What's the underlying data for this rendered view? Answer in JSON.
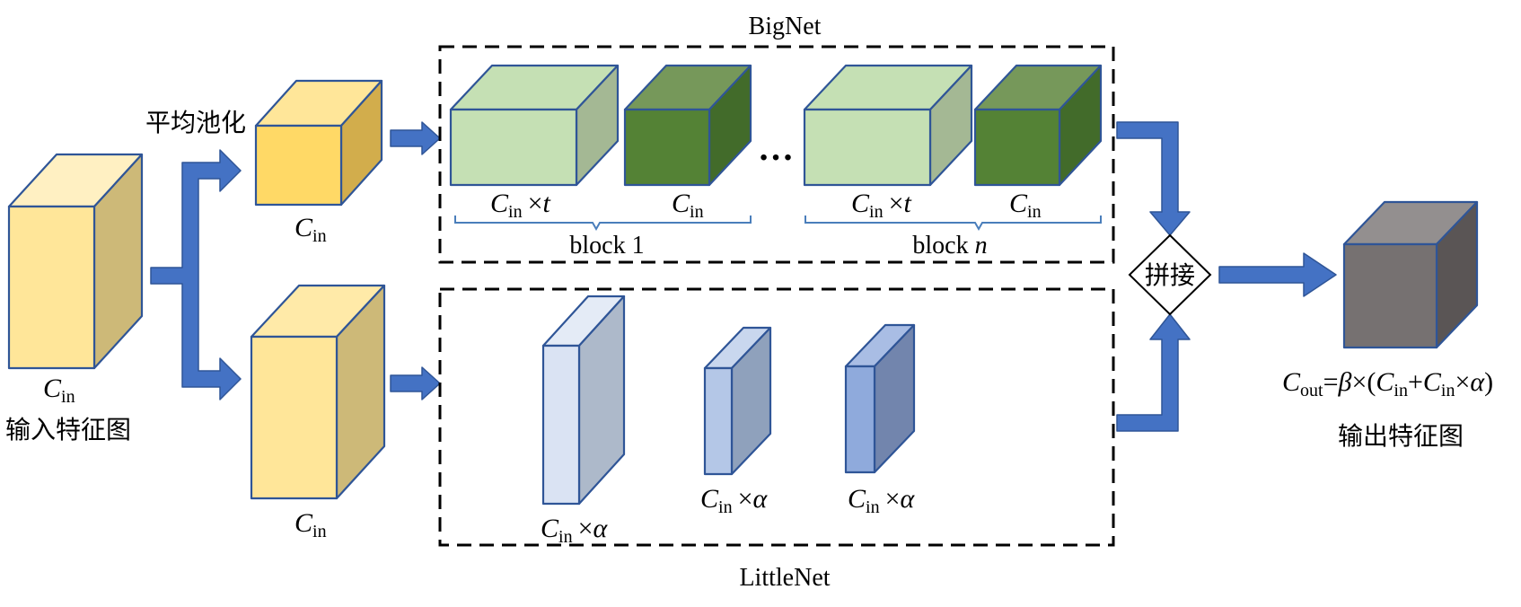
{
  "labels": {
    "bignet": "BigNet",
    "littlenet": "LittleNet",
    "avg_pool": "平均池化",
    "input_caption": "输入特征图",
    "output_caption": "输出特征图",
    "concat": "拼接",
    "block1_prefix": "block 1",
    "blockn_prefix": "block ",
    "blockn_var": "n",
    "ellipsis": "…"
  },
  "math": {
    "C": "C",
    "in": "in",
    "out": "out",
    "times": "×",
    "t": "t",
    "alpha": "α",
    "beta": "β",
    "equals": "=",
    "plus": "+",
    "lparen": "(",
    "rparen": ")"
  },
  "colors": {
    "input_cube": "#ffe699",
    "pooled_cube": "#ffd966",
    "bignet_light": "#c5e0b4",
    "bignet_dark": "#548235",
    "littlenet_light": "#dae3f3",
    "littlenet_mid": "#b4c7e7",
    "littlenet_dark": "#8faadc",
    "output_cube": "#767171",
    "arrow": "#4472c4",
    "edge": "#2f5597"
  }
}
